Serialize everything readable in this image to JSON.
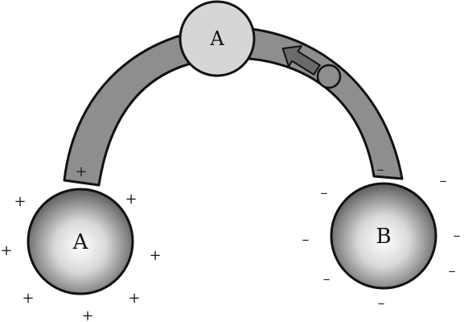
{
  "labels": {
    "left_sphere": "A",
    "top_sphere": "A",
    "right_sphere": "B"
  },
  "charges": {
    "positive": "+",
    "negative": "–"
  },
  "colors": {
    "arch_fill": "#8e8e8e",
    "top_sphere_fill": "#d6d6d6",
    "arrow_fill": "#6a6a6a",
    "outline": "#111111"
  }
}
